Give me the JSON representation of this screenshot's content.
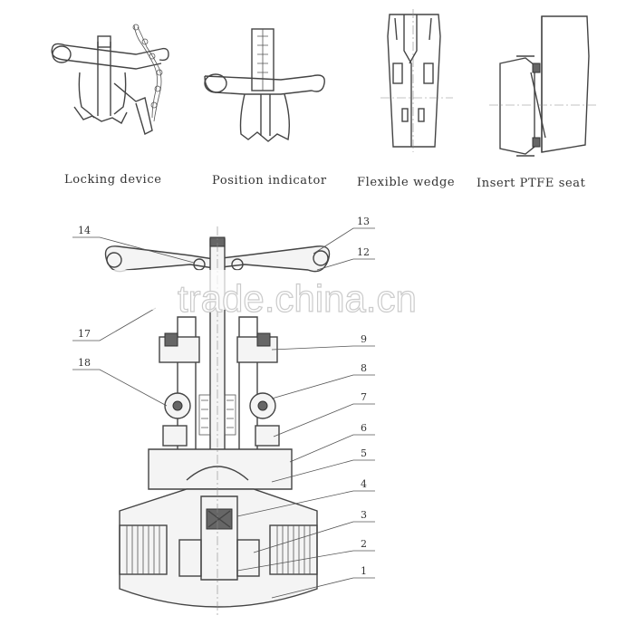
{
  "captions": {
    "locking_device": "Locking device",
    "position_indicator": "Position indicator",
    "flexible_wedge": "Flexible wedge",
    "insert_ptfe_seat": "Insert PTFE seat"
  },
  "part_numbers": {
    "p1": "1",
    "p2": "2",
    "p3": "3",
    "p4": "4",
    "p5": "5",
    "p6": "6",
    "p7": "7",
    "p8": "8",
    "p9": "9",
    "p12": "12",
    "p13": "13",
    "p14": "14",
    "p17": "17",
    "p18": "18"
  },
  "watermark": "trade.china.cn"
}
